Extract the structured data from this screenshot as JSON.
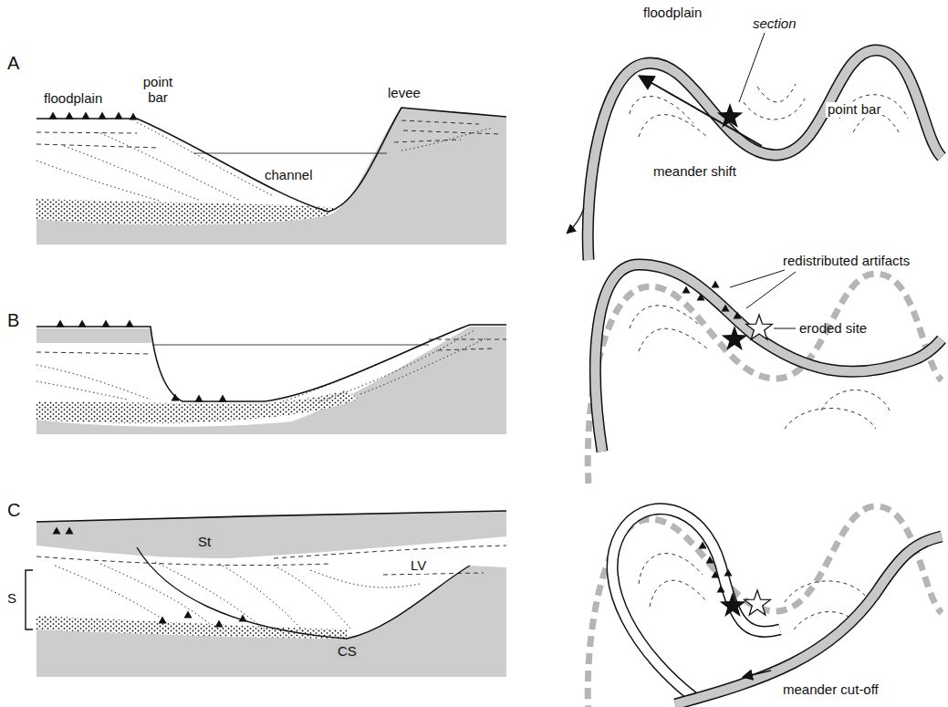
{
  "diagram": {
    "labels": [
      "A",
      "floodplain",
      "point bar",
      "levee",
      "channel",
      "floodplain",
      "section",
      "point bar",
      "meander shift",
      "B",
      "redistributed artifacts",
      "eroded site",
      "C",
      "St",
      "LV",
      "S",
      "CS",
      "meander cut-off"
    ]
  }
}
